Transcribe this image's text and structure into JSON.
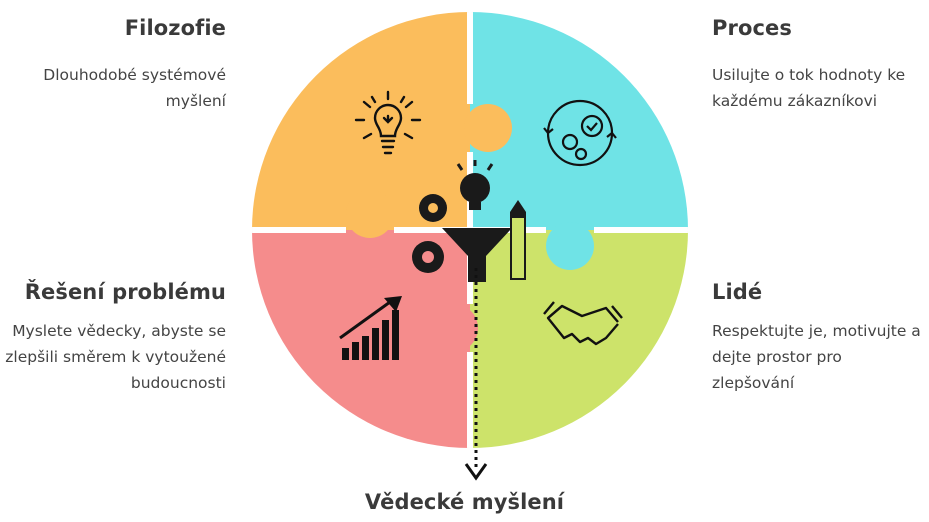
{
  "sections": {
    "filozofie": {
      "title": "Filozofie",
      "description": "Dlouhodobé systémové myšlení",
      "color": "#fbbd5c"
    },
    "proces": {
      "title": "Proces",
      "description": "Usilujte o tok hodnoty ke každému zákazníkovi",
      "color": "#6fe3e6"
    },
    "reseni": {
      "title": "Řešení problému",
      "description": "Myslete vědecky, abyste se zlepšili směrem k vytoužené budoucnosti",
      "color": "#f58c8c"
    },
    "lide": {
      "title": "Lidé",
      "description": "Respektujte je, motivujte a dejte prostor pro zlepšování",
      "color": "#cde36a"
    }
  },
  "bottom_label": "Vědecké myšlení",
  "icons": {
    "filozofie": "light-bulb-icon",
    "proces": "gears-cycle-icon",
    "reseni": "growth-chart-icon",
    "lide": "handshake-icon",
    "center": "funnel-gears-bulb-pencil-icon"
  }
}
